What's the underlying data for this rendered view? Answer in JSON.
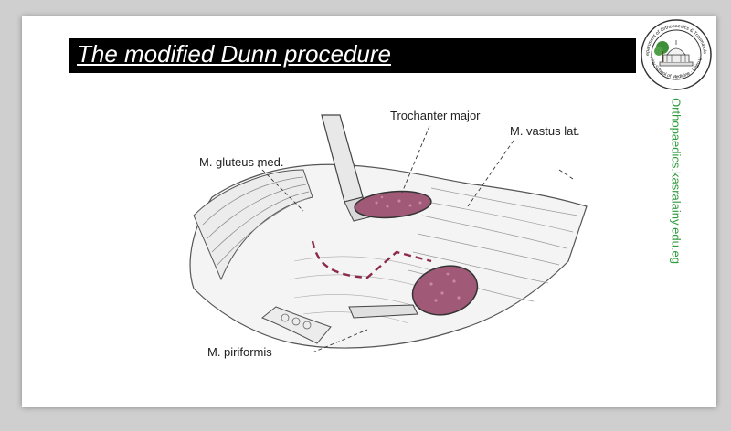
{
  "slide": {
    "title": "The modified Dunn procedure",
    "website": "Orthopaedics.kasralainy.edu.eg"
  },
  "seal": {
    "text": "Department of Orthopaedics & Traumatology · Kasr Al-Ainy School of Medicine · Cairo University"
  },
  "illustration": {
    "labels": {
      "trochanter_major": "Trochanter major",
      "vastus_lat": "M. vastus lat.",
      "gluteus_med": "M. gluteus med.",
      "piriformis": "M. piriformis"
    }
  },
  "colors": {
    "title_bar": "#000000",
    "title_text": "#ffffff",
    "website_text": "#2e9b3d",
    "bone_cut": "#a05a78",
    "capsule_line": "#8b2a4a"
  }
}
